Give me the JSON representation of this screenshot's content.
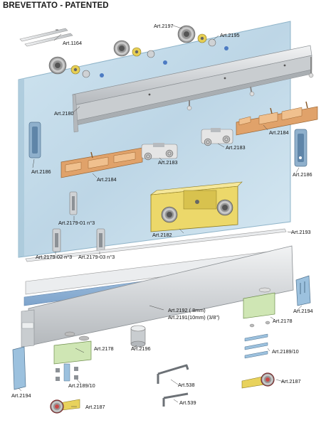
{
  "header": {
    "title": "BREVETTATO - PATENTED"
  },
  "labels": {
    "art1164": "Art.1164",
    "art2197": "Art.2197",
    "art2195": "Art.2195",
    "art2180": "Art.2180",
    "art2184_right": "Art.2184",
    "art2186_left": "Art.2186",
    "art2183_mid": "Art.2183",
    "art2183_right": "Art.2183",
    "art2184_left": "Art.2184",
    "art2186_right": "Art.2186",
    "art2179_01": "Art.2179-01 n°3",
    "art2182": "Art.2182",
    "art2193": "Art.2193",
    "art2179_02": "Art.2179-02 n°3",
    "art2179_03": "Art.2179-03 n°3",
    "art2192": "Art.2192 ( 8mm)",
    "art2191": "Art.2191(10mm) (3/8\")",
    "art2194_right": "Art.2194",
    "art2178_right": "Art.2178",
    "art2178_left": "Art.2178",
    "art2196": "Art.2196",
    "art2189_right": "Art.2189/10",
    "art2194_left": "Art.2194",
    "art2189_left": "Art.2189/10",
    "art2187_right": "Art.2187",
    "art538": "Art.538",
    "art2187_left": "Art.2187",
    "art539": "Art.539"
  },
  "colors": {
    "glass": "#c4dcea",
    "glass_edge": "#8fb4c9",
    "aluminium": "#d9dcde",
    "aluminium_dark": "#a7acb0",
    "orange_part": "#e0a26a",
    "yellow_part": "#ecd86a",
    "green_part": "#cfe6b4",
    "blue_part": "#9cc1de"
  }
}
